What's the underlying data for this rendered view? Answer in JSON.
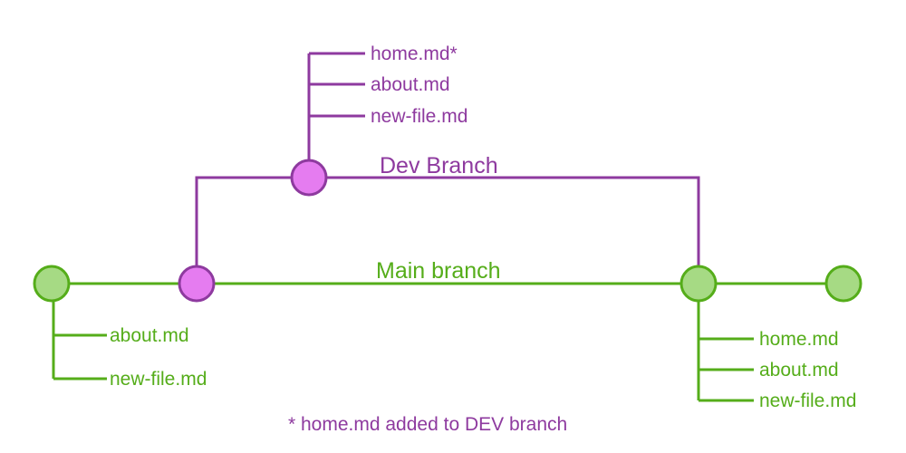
{
  "colors": {
    "dev_line": "#8e3a9f",
    "dev_node_fill": "#e57cf0",
    "main_line": "#55ad1a",
    "main_node_fill": "#a6da84",
    "dev_text": "#8e3a9f",
    "main_text": "#55ad1a",
    "background": "#ffffff"
  },
  "dev_branch": {
    "label": "Dev Branch",
    "files": [
      "home.md*",
      "about.md",
      "new-file.md"
    ]
  },
  "main_branch": {
    "label": "Main branch",
    "start_files": [
      "about.md",
      "new-file.md"
    ],
    "merge_files": [
      "home.md",
      "about.md",
      "new-file.md"
    ]
  },
  "footnote": "* home.md added to DEV branch"
}
